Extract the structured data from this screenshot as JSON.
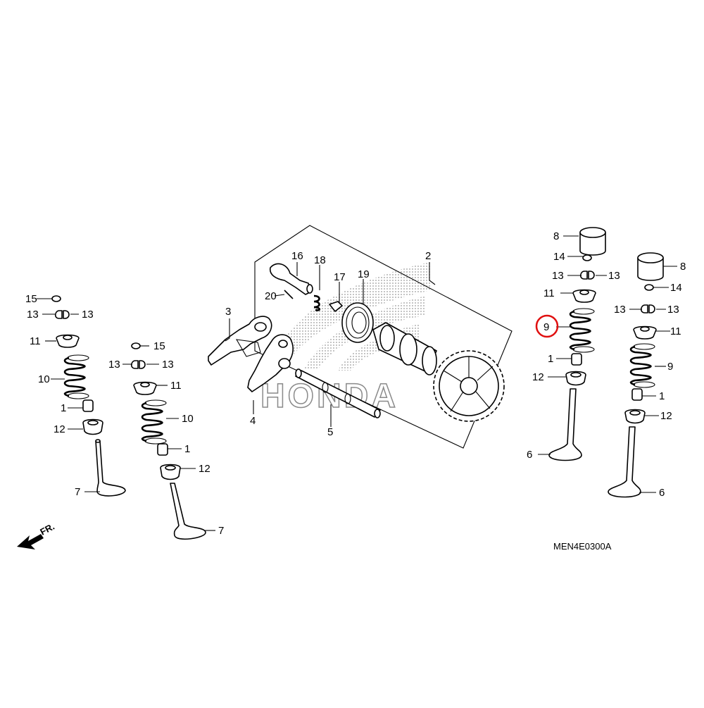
{
  "diagram": {
    "code": "MEN4E0300A",
    "direction_label": "FR.",
    "watermark_text": "HONDA",
    "highlighted_callout": "9",
    "colors": {
      "line": "#000000",
      "highlight": "#e01010",
      "watermark": "#9a9a9a",
      "background": "#ffffff"
    }
  },
  "callouts": {
    "c1": "1",
    "c2": "2",
    "c3": "3",
    "c4": "4",
    "c5": "5",
    "c6": "6",
    "c7": "7",
    "c8": "8",
    "c9": "9",
    "c10": "10",
    "c11": "11",
    "c12": "12",
    "c13": "13",
    "c14": "14",
    "c15": "15",
    "c16": "16",
    "c17": "17",
    "c18": "18",
    "c19": "19",
    "c20": "20"
  }
}
